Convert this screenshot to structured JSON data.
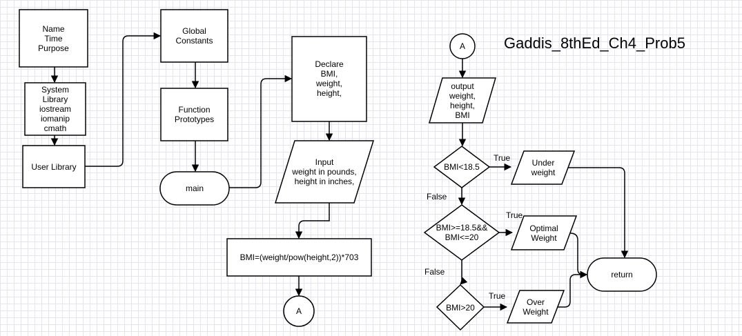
{
  "title": "Gaddis_8thEd_Ch4_Prob5",
  "nodes": {
    "header": "Name\nTime\nPurpose",
    "system_library": "System\nLibrary\niostream\niomanip\ncmath",
    "user_library": "User Library",
    "global_constants": "Global\nConstants",
    "function_prototypes": "Function\nPrototypes",
    "main": "main",
    "declare": "Declare\nBMI,\nweight,\nheight,",
    "input": "Input\nweight in pounds,\nheight in inches,",
    "compute": "BMI=(weight/pow(height,2))*703",
    "connector_a1": "A",
    "connector_a2": "A",
    "output": "output\nweight,\nheight,\nBMI",
    "decision_under": "BMI<18.5",
    "decision_optimal": "BMI>=18.5&&\nBMI<=20",
    "decision_over": "BMI>20",
    "under_weight": "Under\nweight",
    "optimal_weight": "Optimal\nWeight",
    "over_weight": "Over\nWeight",
    "return": "return"
  },
  "edge_labels": {
    "true_1": "True",
    "false_1": "False",
    "true_2": "True",
    "false_2": "False",
    "true_3": "True"
  }
}
